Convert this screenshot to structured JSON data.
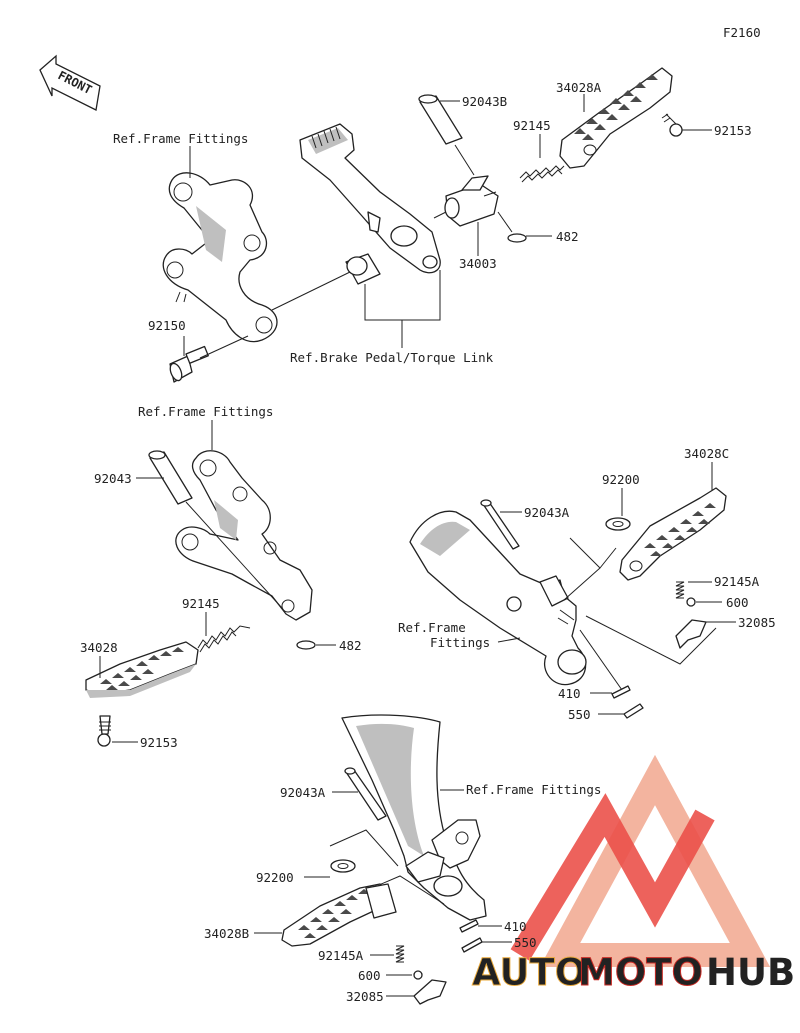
{
  "diagram_code": "F2160",
  "front_badge": "FRONT",
  "ref_labels": {
    "frame_fittings_1": "Ref.Frame Fittings",
    "frame_fittings_2": "Ref.Frame Fittings",
    "frame_fittings_3_line1": "Ref.Frame",
    "frame_fittings_3_line2": "Fittings",
    "frame_fittings_4": "Ref.Frame Fittings",
    "brake_pedal": "Ref.Brake Pedal/Torque Link"
  },
  "part_labels": {
    "p92043B": "92043B",
    "p34028A": "34028A",
    "p92145_top": "92145",
    "p92153_top": "92153",
    "p482_top": "482",
    "p34003": "34003",
    "p92150": "92150",
    "p92043": "92043",
    "p92145_mid": "92145",
    "p482_mid": "482",
    "p34028": "34028",
    "p92153_mid": "92153",
    "p92200_right": "92200",
    "p34028C": "34028C",
    "p92043A_right": "92043A",
    "p92145A_right": "92145A",
    "p600_right": "600",
    "p32085_right": "32085",
    "p410_right": "410",
    "p550_right": "550",
    "p92043A_bottom": "92043A",
    "p92200_bottom": "92200",
    "p34028B": "34028B",
    "p410_bottom": "410",
    "p550_bottom": "550",
    "p92145A_bottom": "92145A",
    "p600_bottom": "600",
    "p32085_bottom": "32085"
  },
  "watermark": {
    "part1": "AUTO",
    "part2": "MOTO",
    "part3": "HUB",
    "color_primary": "#e8322b",
    "color_secondary": "#f1a88f",
    "color_dark": "#3a3a3a"
  }
}
